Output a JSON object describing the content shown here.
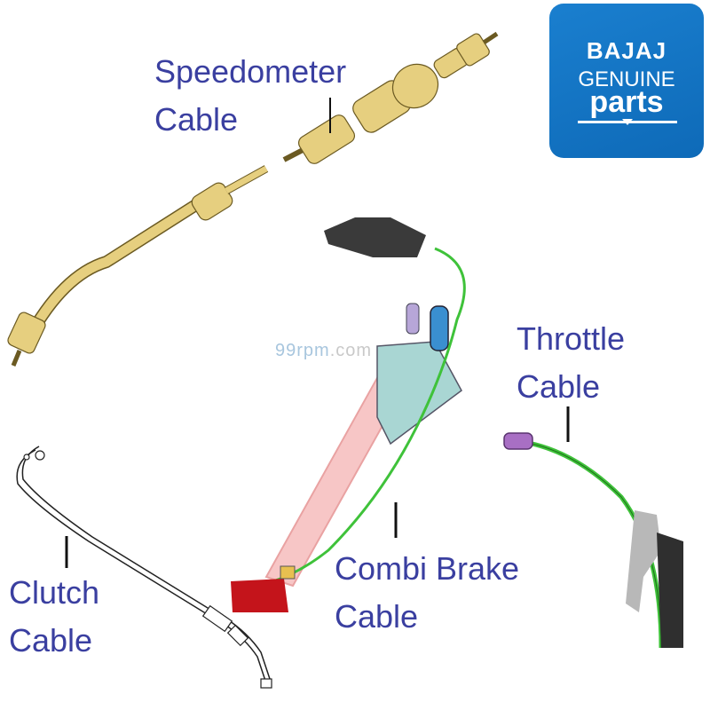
{
  "labels": {
    "speedometer": {
      "line1": "Speedometer",
      "line2": "Cable"
    },
    "throttle": {
      "line1": "Throttle",
      "line2": "Cable"
    },
    "clutch": {
      "line1": "Clutch",
      "line2": "Cable"
    },
    "combi_brake": {
      "line1": "Combi Brake",
      "line2": "Cable"
    }
  },
  "logo": {
    "line1": "BAJAJ",
    "line2": "GENUINE",
    "line3": "parts"
  },
  "watermark": {
    "part1": "99",
    "part2": "rpm",
    "part3": ".com"
  },
  "colors": {
    "label_text": "#3a3fa0",
    "logo_bg": "#1473c4",
    "speedo_cable": "#e0c97a",
    "green_cable": "#3fc23a",
    "clutch_cable": "#222222"
  }
}
